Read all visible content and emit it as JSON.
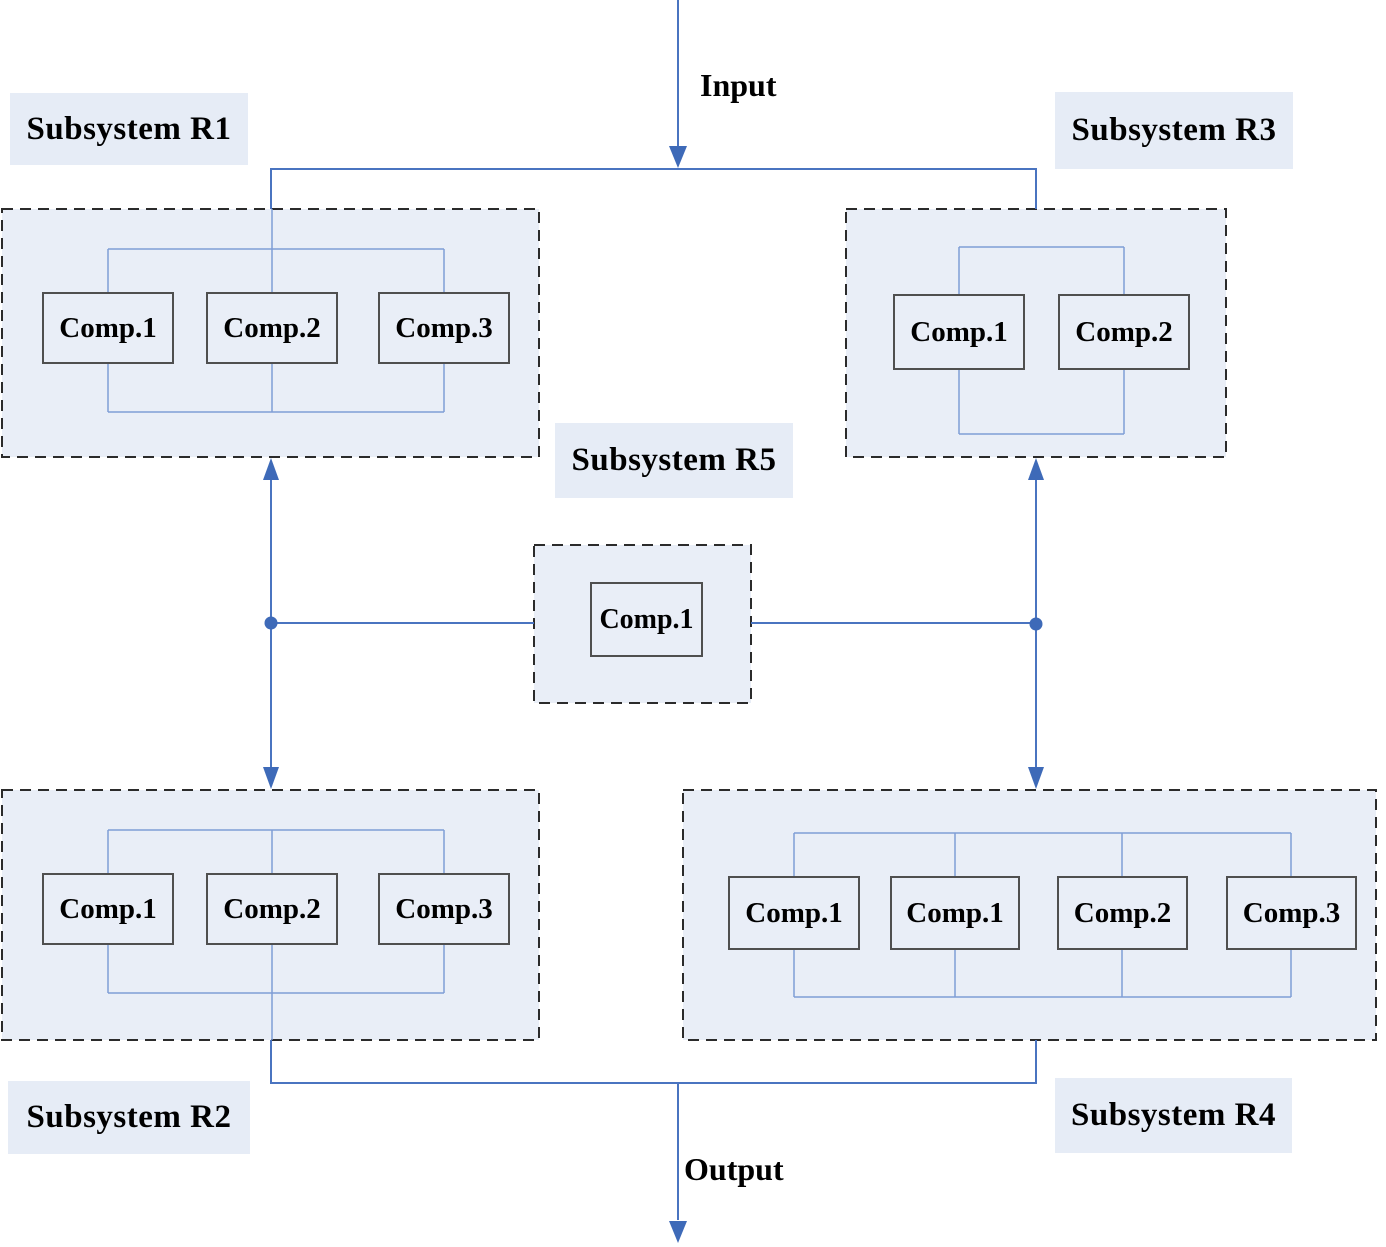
{
  "labels": {
    "input": "Input",
    "output": "Output"
  },
  "subsystems": {
    "r1": {
      "label": "Subsystem R1",
      "components": [
        "Comp.1",
        "Comp.2",
        "Comp.3"
      ]
    },
    "r2": {
      "label": "Subsystem R2",
      "components": [
        "Comp.1",
        "Comp.2",
        "Comp.3"
      ]
    },
    "r3": {
      "label": "Subsystem R3",
      "components": [
        "Comp.1",
        "Comp.2"
      ]
    },
    "r4": {
      "label": "Subsystem R4",
      "components": [
        "Comp.1",
        "Comp.1",
        "Comp.2",
        "Comp.3"
      ]
    },
    "r5": {
      "label": "Subsystem R5",
      "components": [
        "Comp.1"
      ]
    }
  },
  "colors": {
    "line": "#4a74c0",
    "bus": "#7f9dd6",
    "arrow": "#3e6ab8",
    "fill": "#e9eef7",
    "label-fill": "#e6ecf6",
    "dash": "#2b2b2b",
    "comp-border": "#4f4f4f",
    "text": "#000000"
  }
}
